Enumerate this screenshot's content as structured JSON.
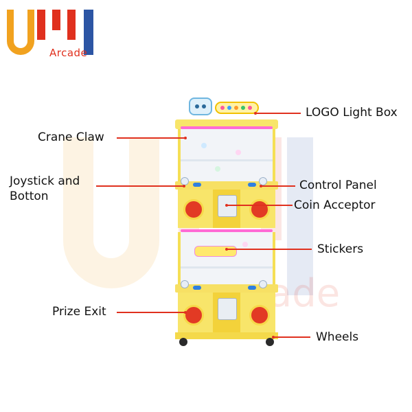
{
  "brand": {
    "text": "Arcade",
    "colors": {
      "u": "#f1a21f",
      "m": "#e0301e",
      "i": "#2c55a4"
    }
  },
  "watermark": {
    "text": "Arcade"
  },
  "callouts": [
    {
      "id": "logo-light-box",
      "label": "LOGO Light Box"
    },
    {
      "id": "crane-claw",
      "label": "Crane Claw"
    },
    {
      "id": "joystick-and-botton",
      "label": "Joystick and\nBotton"
    },
    {
      "id": "control-panel",
      "label": "Control Panel"
    },
    {
      "id": "coin-acceptor",
      "label": "Coin Acceptor"
    },
    {
      "id": "stickers",
      "label": "Stickers"
    },
    {
      "id": "prize-exit",
      "label": "Prize Exit"
    },
    {
      "id": "wheels",
      "label": "Wheels"
    }
  ],
  "accent_color": "#e0301e"
}
